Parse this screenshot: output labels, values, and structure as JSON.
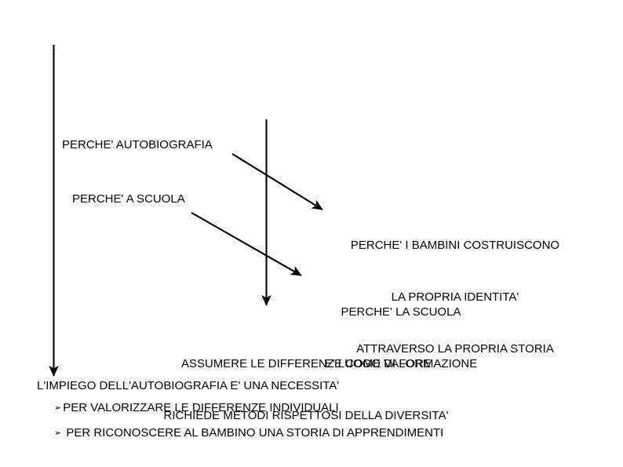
{
  "slide": {
    "background_color": "#ffffff",
    "text_color": "#000000",
    "nodes": {
      "perche_autobiografia": "PERCHE' AUTOBIOGRAFIA",
      "perche_a_scuola": "PERCHE' A SCUOLA",
      "bambini_identita": {
        "line1": "PERCHE' I BAMBINI COSTRUISCONO",
        "line2": "LA PROPRIA IDENTITA'",
        "line3": "ATTRAVERSO LA PROPRIA STORIA"
      },
      "scuola_formazione": {
        "line1": "PERCHE' LA SCUOLA",
        "line2": "E' LUOGO DI FORMAZIONE"
      },
      "assumere_differenze": {
        "line1": "ASSUMERE LE DIFFERENZE COME VALORE",
        "line2": "RICHIEDE METODI RISPETTOSI DELLA DIVERSITA'"
      },
      "impiego_necessita": "L'IMPIEGO DELL'AUTOBIOGRAFIA E' UNA NECESSITA'",
      "bullets": [
        {
          "glyph": "➢",
          "label": "PER VALORIZZARE LE DIFFERENZE INDIVIDUALI"
        },
        {
          "glyph": "➢",
          "label": " PER RICONOSCERE AL BAMBINO UNA STORIA DI APPRENDIMENTI"
        }
      ]
    },
    "connectors": {
      "left_vertical_arrow": "vertical-down-arrow",
      "middle_vertical_arrow": "vertical-down-arrow",
      "diagonal_arrow_1": "diagonal-down-right-arrow",
      "diagonal_arrow_2": "diagonal-down-right-arrow",
      "stroke_color": "#000000"
    }
  }
}
